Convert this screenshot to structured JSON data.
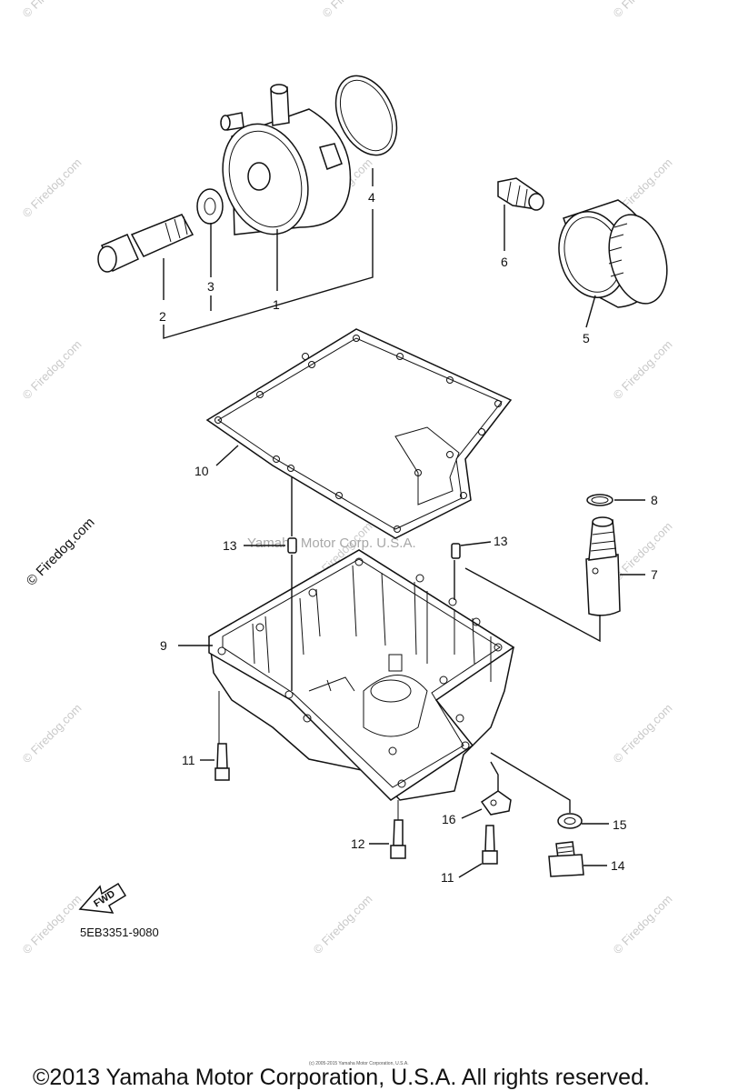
{
  "labels": {
    "p1": "1",
    "p2": "2",
    "p3": "3",
    "p4": "4",
    "p5": "5",
    "p6": "6",
    "p7": "7",
    "p8": "8",
    "p9": "9",
    "p10": "10",
    "p11a": "11",
    "p11b": "11",
    "p12": "12",
    "p13a": "13",
    "p13b": "13",
    "p14": "14",
    "p15": "15",
    "p16": "16"
  },
  "diagram_code": "5EB3351-9080",
  "fwd_label": "FWD",
  "ghost_watermark": "Yamaha Motor Corp. U.S.A.",
  "watermark": "© Firedog.com",
  "fine_print": "(c) 2005-2015 Yamaha Motor Corporation, U.S.A.",
  "copyright": "©2013 Yamaha Motor Corporation, U.S.A. All rights reserved."
}
